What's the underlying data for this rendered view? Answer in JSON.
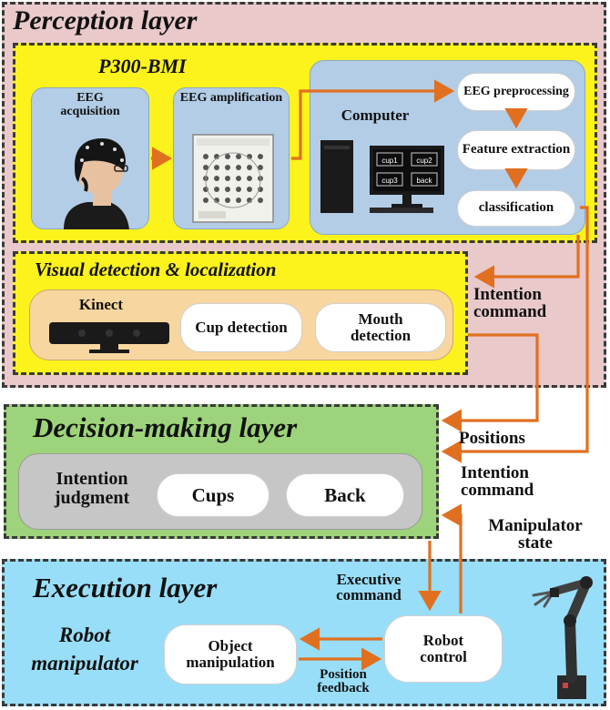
{
  "perception": {
    "title": "Perception layer",
    "p300": {
      "title": "P300-BMI",
      "eeg_acquisition": "EEG acquisition",
      "eeg_amplification": "EEG amplification",
      "computer": {
        "label": "Computer",
        "screen_items": [
          "cup1",
          "cup2",
          "cup3",
          "back"
        ],
        "steps": [
          "EEG preprocessing",
          "Feature extraction",
          "classification"
        ]
      }
    },
    "visual": {
      "title": "Visual detection & localization",
      "kinect": "Kinect",
      "cup_detection": "Cup detection",
      "mouth_detection": "Mouth detection"
    }
  },
  "decision": {
    "title": "Decision-making layer",
    "intention_judgment": "Intention judgment",
    "cups": "Cups",
    "back": "Back"
  },
  "execution": {
    "title": "Execution layer",
    "robot_manipulator": "Robot manipulator",
    "object_manipulation": "Object manipulation",
    "robot_control": "Robot control"
  },
  "flows": {
    "intention_command_1": "Intention command",
    "positions": "Positions",
    "intention_command_2": "Intention command",
    "manipulator_state": "Manipulator state",
    "executive_command": "Executive command",
    "position_feedback": "Position feedback"
  },
  "colors": {
    "perception_bg": "#e9c9ca",
    "yellow": "#fcf21c",
    "p300_inner": "#b3cde6",
    "visual_inner": "#f8d6a0",
    "decision_bg": "#9dd37a",
    "decision_inner": "#c6c6c6",
    "execution_bg": "#98def8",
    "arrow": "#e07020"
  }
}
